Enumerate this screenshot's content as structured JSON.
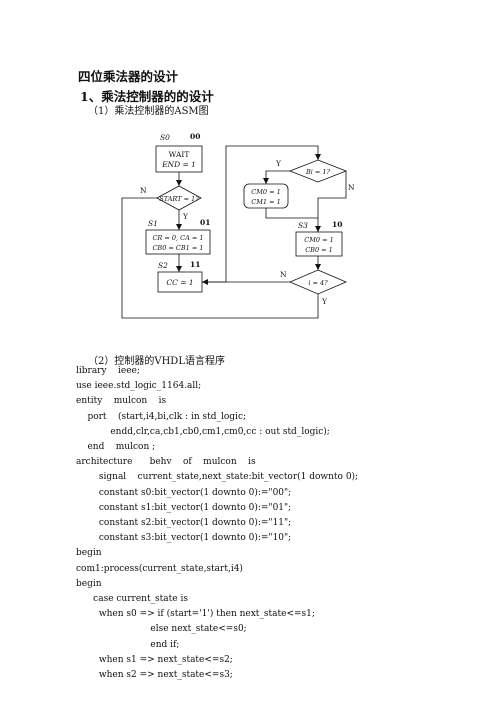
{
  "doc": {
    "title": "四位乘法器的设计",
    "section1": "1、乘法控制器的的设计",
    "subsection_asm": "（1）乘法控制器的ASM图",
    "subsection_vhdl": "（2）控制器的VHDL语言程序"
  },
  "asm": {
    "s0_label": "S0",
    "s0_code": "00",
    "wait_text": "WAIT",
    "end_text": "END = 1",
    "start_cond": "START = 1?",
    "s1_label": "S1",
    "s1_code": "01",
    "s1_line1": "CR = 0,  CA = 1",
    "s1_line2": "CB0 = CB1 = 1",
    "s2_label": "S2",
    "s2_code": "11",
    "cc_text": "CC = 1",
    "bi_cond": "Bi = 1?",
    "cm_line1": "CM0 = 1",
    "cm_line2": "CM1 = 1",
    "s3_label": "S3",
    "s3_code": "10",
    "s3_line1": "CM0 = 1",
    "s3_line2": "CB0 = 1",
    "i_cond": "i = 4?",
    "yes": "Y",
    "no": "N"
  },
  "code_lines": [
    "library    ieee;",
    "use ieee.std_logic_1164.all;",
    "entity    mulcon    is",
    "    port    (start,i4,bi,clk : in std_logic;",
    "            endd,clr,ca,cb1,cb0,cm1,cm0,cc : out std_logic);",
    "    end    mulcon ;",
    "architecture      behv    of    mulcon    is",
    "        signal    current_state,next_state:bit_vector(1 downto 0);",
    "        constant s0:bit_vector(1 downto 0):=\"00\";",
    "        constant s1:bit_vector(1 downto 0):=\"01\";",
    "        constant s2:bit_vector(1 downto 0):=\"11\";",
    "        constant s3:bit_vector(1 downto 0):=\"10\";",
    "begin",
    "com1:process(current_state,start,i4)",
    "begin",
    "      case current_state is",
    "        when s0 => if (start='1') then next_state<=s1;",
    "                          else next_state<=s0;",
    "                          end if;",
    "        when s1 => next_state<=s2;",
    "        when s2 => next_state<=s3;"
  ]
}
